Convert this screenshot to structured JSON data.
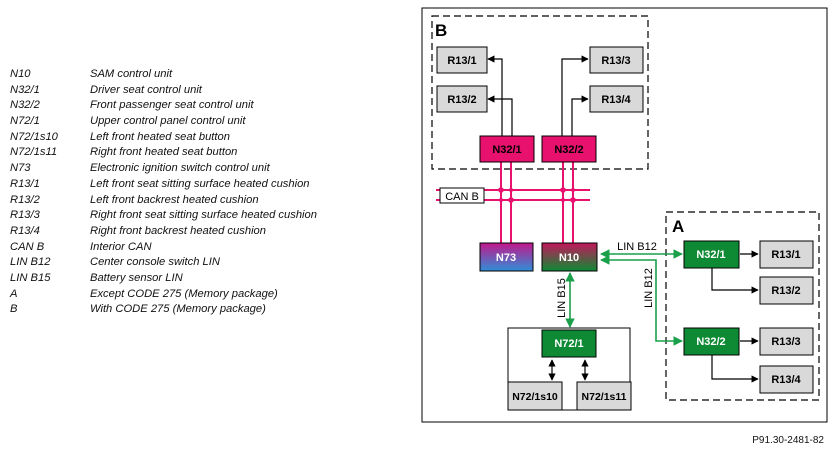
{
  "legend": [
    {
      "code": "N10",
      "desc": "SAM control unit"
    },
    {
      "code": "N32/1",
      "desc": "Driver seat control unit"
    },
    {
      "code": "N32/2",
      "desc": "Front passenger seat control unit"
    },
    {
      "code": "N72/1",
      "desc": "Upper control panel control unit"
    },
    {
      "code": "N72/1s10",
      "desc": "Left front heated seat button"
    },
    {
      "code": "N72/1s11",
      "desc": "Right front heated seat button"
    },
    {
      "code": "N73",
      "desc": "Electronic ignition switch control unit"
    },
    {
      "code": "R13/1",
      "desc": "Left front seat sitting surface heated cushion"
    },
    {
      "code": "R13/2",
      "desc": "Left front backrest heated cushion"
    },
    {
      "code": "R13/3",
      "desc": "Right front seat sitting surface heated cushion"
    },
    {
      "code": "R13/4",
      "desc": "Right front backrest heated cushion"
    },
    {
      "code": "CAN B",
      "desc": "Interior CAN"
    },
    {
      "code": "LIN B12",
      "desc": "Center console switch LIN"
    },
    {
      "code": "LIN B15",
      "desc": "Battery sensor LIN"
    },
    {
      "code": "A",
      "desc": "Except CODE 275 (Memory package)"
    },
    {
      "code": "B",
      "desc": "With CODE 275 (Memory package)"
    }
  ],
  "diagram": {
    "group_b": "B",
    "group_a": "A",
    "bus_can": "CAN B",
    "bus_lin_b12_horizontal": "LIN B12",
    "bus_lin_b12_vertical": "LIN B12",
    "bus_lin_b15": "LIN B15",
    "b_r13_1": "R13/1",
    "b_r13_2": "R13/2",
    "b_r13_3": "R13/3",
    "b_r13_4": "R13/4",
    "b_n32_1": "N32/1",
    "b_n32_2": "N32/2",
    "n73": "N73",
    "n10": "N10",
    "n72_1": "N72/1",
    "n72_1s10": "N72/1s10",
    "n72_1s11": "N72/1s11",
    "a_n32_1": "N32/1",
    "a_n32_2": "N32/2",
    "a_r13_1": "R13/1",
    "a_r13_2": "R13/2",
    "a_r13_3": "R13/3",
    "a_r13_4": "R13/4"
  },
  "colors": {
    "magenta": "#e8126e",
    "can_bus": "#e8126e",
    "lin_bus": "#1aa04a",
    "green_unit": "#0e8a35",
    "grey_unit": "#d9d9d9",
    "n73_gradient": [
      "#c2188c",
      "#2f8fd8"
    ],
    "n10_gradient": [
      "#c2185b",
      "#0e8a35"
    ]
  },
  "doc_ref": "P91.30-2481-82"
}
